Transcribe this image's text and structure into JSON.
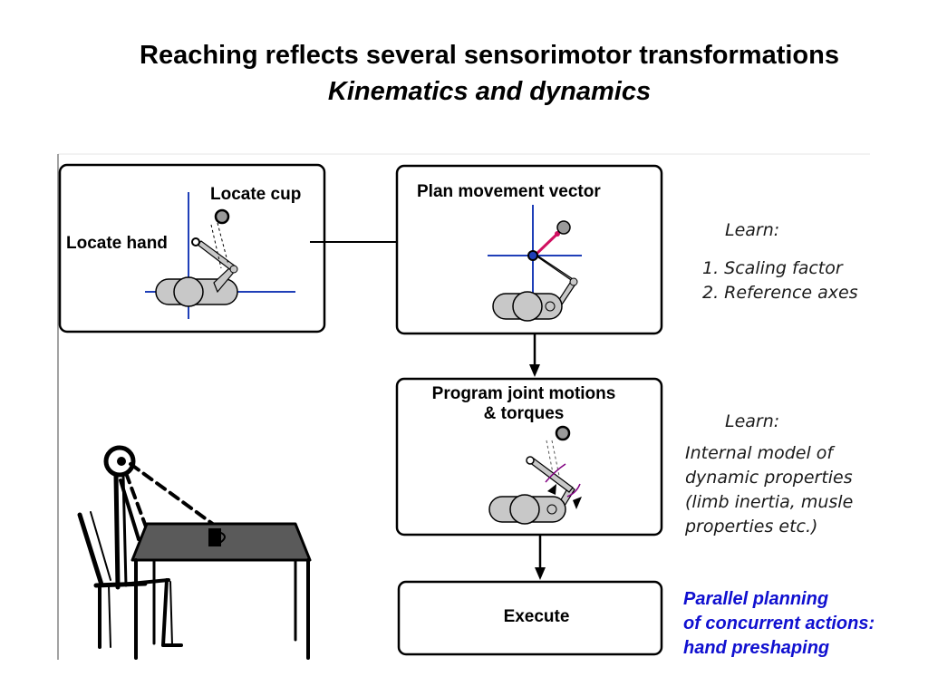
{
  "title": "Reaching reflects several sensorimotor  transformations",
  "subtitle": "Kinematics and dynamics",
  "boxes": {
    "locate": {
      "label_cup": "Locate cup",
      "label_hand": "Locate hand"
    },
    "plan": {
      "label": "Plan movement vector"
    },
    "program": {
      "label_line1": "Program joint motions",
      "label_line2": "& torques"
    },
    "execute": {
      "label": "Execute"
    }
  },
  "learn1": {
    "heading": "Learn:",
    "items": [
      "1. Scaling factor",
      "2. Reference axes"
    ]
  },
  "learn2": {
    "heading": "Learn:",
    "lines": [
      "Internal model of",
      "dynamic properties",
      "(limb inertia, musle",
      "properties etc.)"
    ]
  },
  "note": {
    "lines": [
      "Parallel planning",
      "of concurrent actions:",
      "hand preshaping"
    ]
  },
  "colors": {
    "axis": "#1f3fb8",
    "vector": "#d01060",
    "note": "#1010d0",
    "limb": "#c8c8c8"
  }
}
